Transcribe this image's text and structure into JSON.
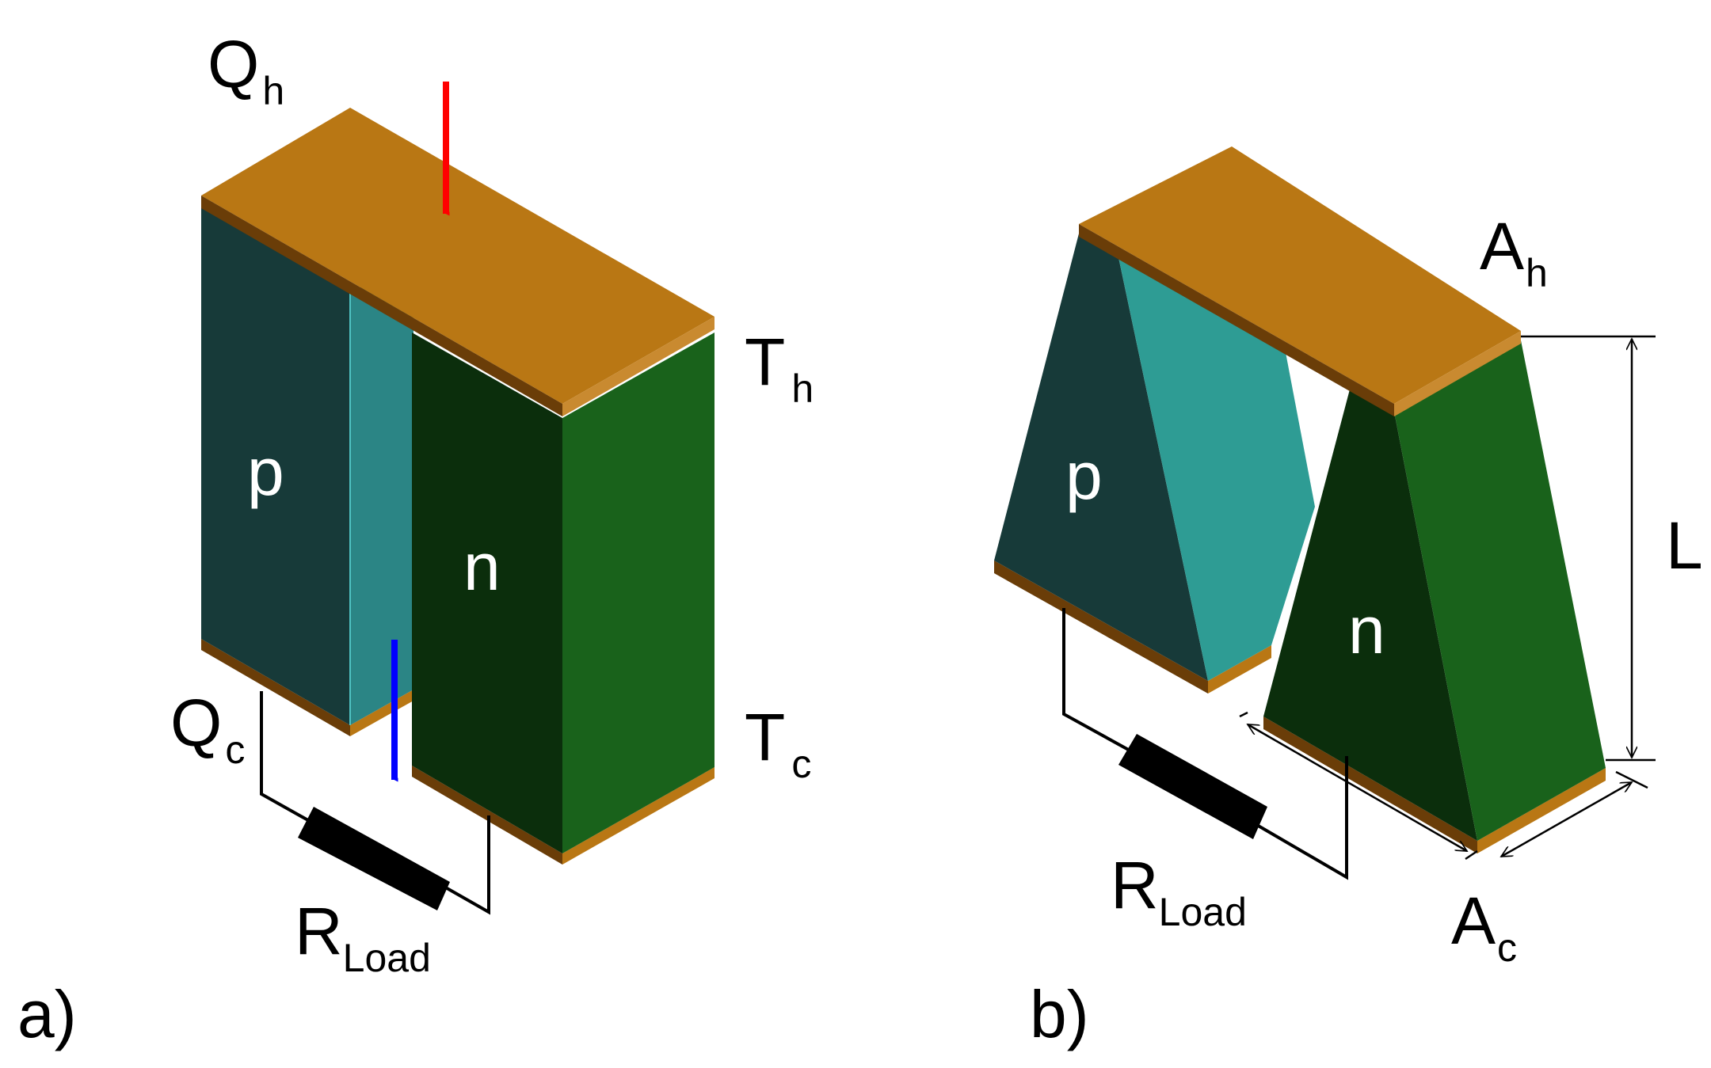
{
  "colors": {
    "copper_top": "#B97714",
    "copper_dark": "#6A3D08",
    "copper_edge": "#E0A04A",
    "p_front": "#173A39",
    "p_side": "#2B8585",
    "p_light": "#2E9C94",
    "n_front": "#0B2E0C",
    "n_side": "#19621B",
    "heat_in": "#FF0000",
    "heat_out": "#0000FF",
    "resistor": "#000000"
  },
  "panel_a": {
    "caption": "a)",
    "heat_in": {
      "main": "Q",
      "sub": "h"
    },
    "heat_out": {
      "main": "Q",
      "sub": "c"
    },
    "hot_temp": {
      "main": "T",
      "sub": "h"
    },
    "cold_temp": {
      "main": "T",
      "sub": "c"
    },
    "p_leg": "p",
    "n_leg": "n",
    "load": {
      "main": "R",
      "sub": "Load"
    }
  },
  "panel_b": {
    "caption": "b)",
    "hot_area": {
      "main": "A",
      "sub": "h"
    },
    "cold_area": {
      "main": "A",
      "sub": "c"
    },
    "length": "L",
    "p_leg": "p",
    "n_leg": "n",
    "load": {
      "main": "R",
      "sub": "Load"
    }
  }
}
